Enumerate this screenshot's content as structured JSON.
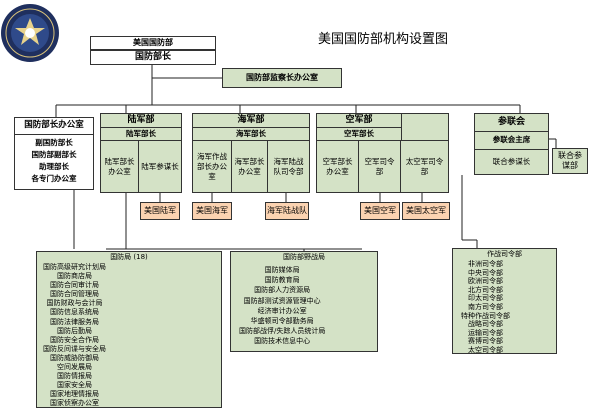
{
  "title": "美国国防部机构设置图",
  "top": {
    "dod": "美国国防部",
    "secretary": "国防部长",
    "ig": "国防部监察长办公室"
  },
  "osd": {
    "title": "国防部长办公室",
    "items": [
      "副国防部长",
      "国防部副部长",
      "助理部长",
      "各专门办公室"
    ]
  },
  "army": {
    "dept": "陆军部",
    "secretary": "陆军部长",
    "left": "陆军部长办公室",
    "right": "陆军参谋长",
    "command": "美国陆军",
    "right_bottom": ""
  },
  "navy": {
    "dept": "海军部",
    "secretary": "海军部长",
    "col1": "海军作战部长办公室",
    "col2": "海军部长办公室",
    "col3": "海军陆战队司令部",
    "command1": "美国海军",
    "command2": "海军陆战队"
  },
  "af": {
    "dept": "空军部",
    "secretary": "空军部长",
    "col1": "空军部长办公室",
    "col2": "空军司令部",
    "col3": "太空军司令部",
    "command1": "美国空军",
    "command2": "美国太空军"
  },
  "jcs": {
    "title": "参联会",
    "chair": "参联会主席",
    "vice": "联合参谋长",
    "staff": "联合参谋部"
  },
  "agencies": {
    "title": "国防局 (18)",
    "items": [
      "国防高级研究计划局",
      "国防商店局",
      "国防合同审计局",
      "国防合同管理局",
      "国防财政与会计局",
      "国防信息系统局",
      "国防法律服务局",
      "国防后勤局",
      "国防安全合作局",
      "国防反间谍与安全局",
      "国防威胁防御局",
      "空间发展局",
      "国防情报局",
      "国家安全局",
      "国家地理情报局",
      "国家侦察办公室"
    ]
  },
  "field": {
    "title": "国防部野战局",
    "items": [
      "国防媒体局",
      "国防教育局",
      "国防部人力资源局",
      "国防部测试资源管理中心",
      "经济审计办公室",
      "华盛顿司令部勤务局",
      "国防部战俘/失踪人员统计局",
      "国防技术信息中心"
    ]
  },
  "cocom": {
    "title": "作战司令部",
    "items": [
      "非洲司令部",
      "中央司令部",
      "欧洲司令部",
      "北方司令部",
      "印太司令部",
      "南方司令部",
      "特种作战司令部",
      "战略司令部",
      "运输司令部",
      "赛博司令部",
      "太空司令部"
    ]
  }
}
